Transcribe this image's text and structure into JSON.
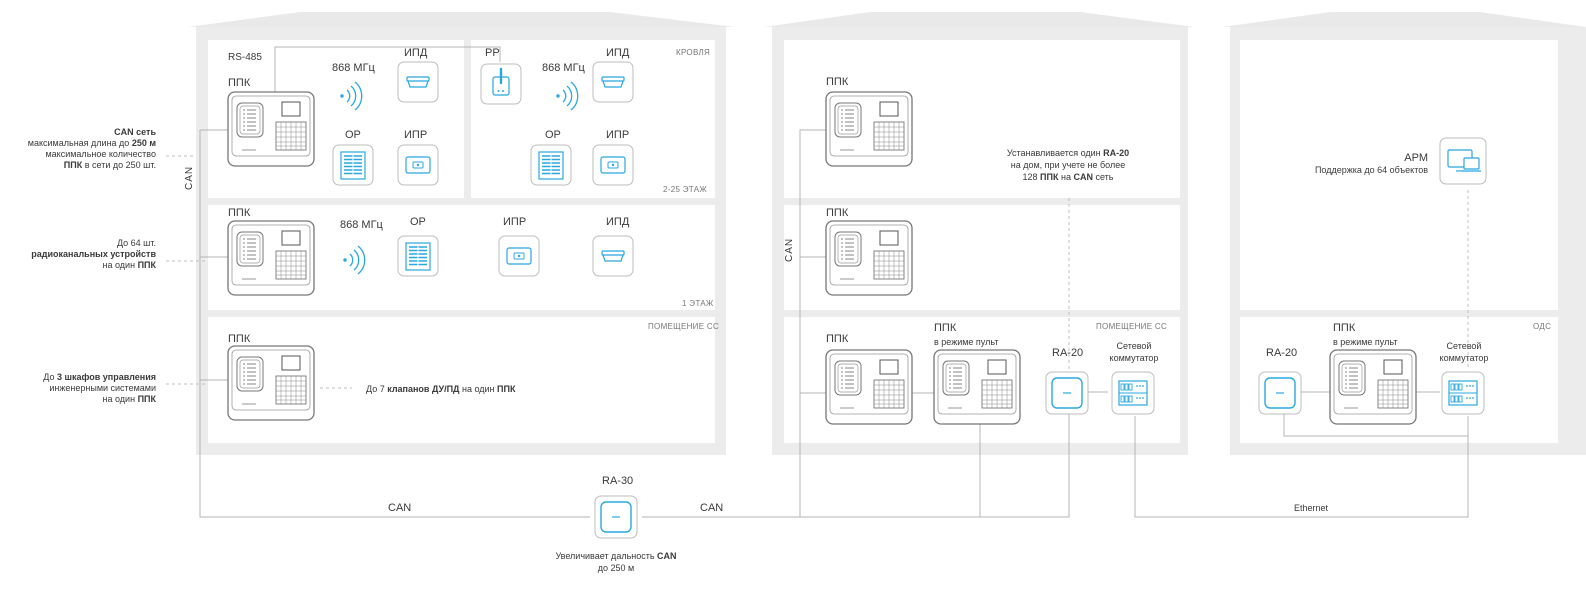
{
  "building1": {
    "roof_zone": "КРОВЛЯ",
    "floors_zone": "2-25 ЭТАЖ",
    "floor1_zone": "1 ЭТАЖ",
    "room_zone": "ПОМЕЩЕНИЕ СС",
    "rs485": "RS-485",
    "ppk": "ППК",
    "freq": "868 МГц",
    "ipd": "ИПД",
    "ipr": "ИПР",
    "or": "ОР",
    "rr": "РР",
    "can_vertical": "CAN",
    "valves_text_1": "До 7 ",
    "valves_text_2": "клапанов ДУ/ПД",
    "valves_text_3": " на один ",
    "valves_text_4": "ППК"
  },
  "building2": {
    "ppk": "ППК",
    "ppk_console": "в режиме пульт",
    "ra20": "RA-20",
    "switch_1": "Сетевой",
    "switch_2": "коммутатор",
    "room_zone": "ПОМЕЩЕНИЕ СС",
    "can_vertical": "CAN",
    "note_1a": "Устанавливается один ",
    "note_1b": "RA-20",
    "note_2": "на дом, при учете не более",
    "note_3a": "128 ",
    "note_3b": "ППК",
    "note_3c": " на ",
    "note_3d": "CAN",
    "note_3e": " сеть"
  },
  "building3": {
    "ods_zone": "ОДС",
    "ra20": "RA-20",
    "ppk": "ППК",
    "ppk_console": "в режиме пульт",
    "switch_1": "Сетевой",
    "switch_2": "коммутатор",
    "apm": "АРМ",
    "apm_note": "Поддержка до 64 объектов"
  },
  "left_annotations": {
    "can_1": "CAN сеть",
    "can_2a": "максимальная длина до ",
    "can_2b": "250 м",
    "can_3": "максимальное количество",
    "can_4a": "ППК",
    "can_4b": " в сети до 250 шт.",
    "radio_1": "До 64 шт.",
    "radio_2": "радиоканальных устройств",
    "radio_3a": "на один ",
    "radio_3b": "ППК",
    "cab_1a": "До ",
    "cab_1b": "3 шкафов управления",
    "cab_2": "инженерными системами",
    "cab_3a": "на один ",
    "cab_3b": "ППК"
  },
  "bottom": {
    "can_left": "CAN",
    "can_right": "CAN",
    "ra30": "RA-30",
    "ra30_note_1a": "Увеличивает дальность ",
    "ra30_note_1b": "CAN",
    "ra30_note_2": "до 250 м",
    "ethernet": "Ethernet"
  },
  "colors": {
    "accent": "#29a8e0",
    "building": "#eeeeee",
    "panel": "#ffffff",
    "line": "#b5b5b5"
  }
}
